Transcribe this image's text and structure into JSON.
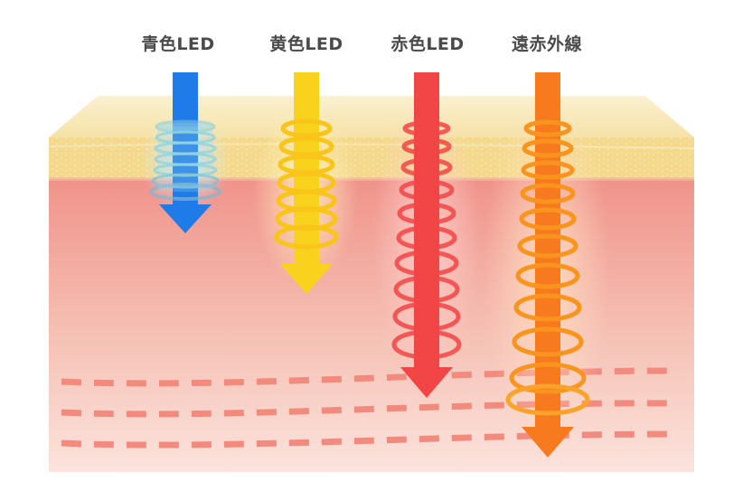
{
  "labels": {
    "blue": "青色LED",
    "yellow": "黄色LED",
    "red": "赤色LED",
    "infrared": "遠赤外線"
  },
  "colors": {
    "blue": "#1e7be8",
    "yellow": "#f8c61c",
    "red": "#f04848",
    "infrared": "#f77a1e",
    "epidermis": "#f7e6b2",
    "dermis": "#f0a39a",
    "dash": "#f08c80"
  }
}
